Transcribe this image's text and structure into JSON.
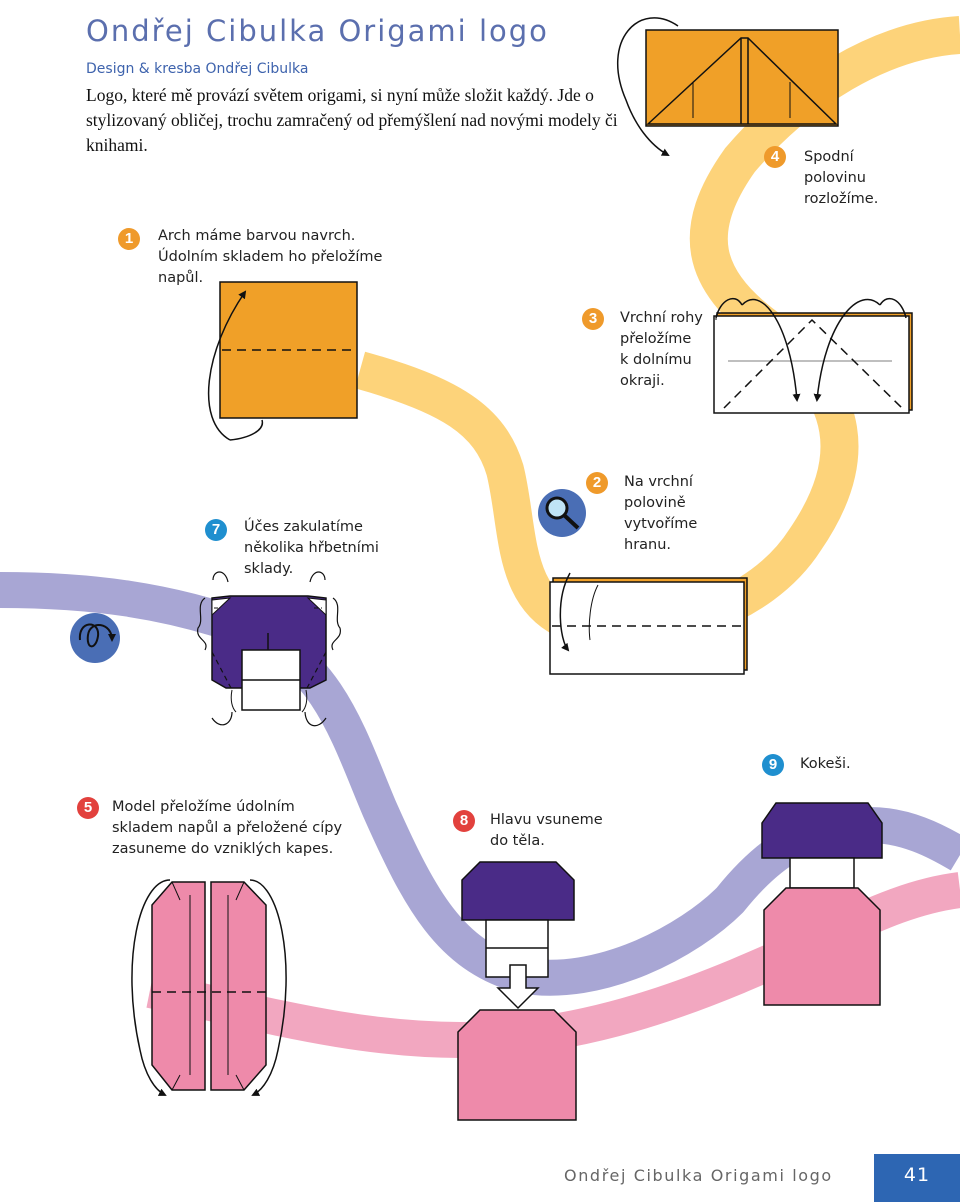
{
  "header": {
    "title": "Ondřej Cibulka Origami logo",
    "credit": "Design & kresba Ondřej Cibulka",
    "intro": "Logo, které mě provází světem origami, si nyní může složit každý. Jde o stylizovaný obličej, trochu zamračený od přemýšlení nad novými modely či knihami."
  },
  "steps": [
    {
      "number": "1",
      "text": "Arch máme barvou navrch.\nÚdolním skladem ho přeložíme\nnapůl."
    },
    {
      "number": "2",
      "text": "Na vrchní\npolovině\nvytvoříme\nhranu."
    },
    {
      "number": "3",
      "text": "Vrchní rohy\npřeložíme\nk dolnímu\nokraji."
    },
    {
      "number": "4",
      "text": "Spodní\npolovinu\nrozložíme."
    },
    {
      "number": "5",
      "text": "Model přeložíme údolním\nskladem napůl a přeložené cípy\nzasuneme do vzniklých kapes."
    },
    {
      "number": "7",
      "text": "Účes zakulatíme\nněkolika hřbetními\nsklady."
    },
    {
      "number": "8",
      "text": "Hlavu vsuneme\ndo těla."
    },
    {
      "number": "9",
      "text": "Kokeši."
    }
  ],
  "icons": {
    "magnifier": "magnifier-icon",
    "turn_over": "turn-over-icon"
  },
  "colors": {
    "title": "#5b6fae",
    "orange_paper": "#f0a028",
    "yellow_ribbon": "#fdd37a",
    "lavender_ribbon": "#a8a6d4",
    "pink_ribbon": "#f2a7c0",
    "hair_purple": "#4a2b87",
    "body_pink": "#ee8aaa",
    "page_box": "#2d66b3"
  },
  "footer": {
    "title": "Ondřej Cibulka Origami logo",
    "page": "41"
  }
}
